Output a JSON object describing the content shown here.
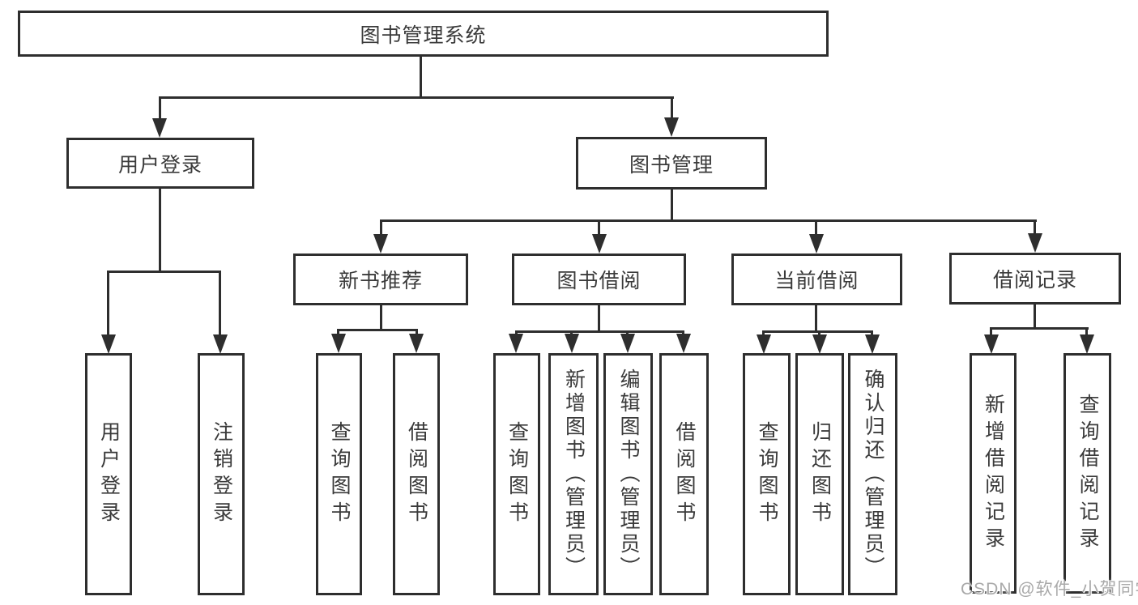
{
  "tree": {
    "label": "图书管理系统",
    "children": [
      {
        "label": "用户登录",
        "children": [
          {
            "label": "用户登录"
          },
          {
            "label": "注销登录"
          }
        ]
      },
      {
        "label": "图书管理",
        "children": [
          {
            "label": "新书推荐",
            "children": [
              {
                "label": "查询图书"
              },
              {
                "label": "借阅图书"
              }
            ]
          },
          {
            "label": "图书借阅",
            "children": [
              {
                "label": "查询图书"
              },
              {
                "label": "新增图书（管理员）"
              },
              {
                "label": "编辑图书（管理员）"
              },
              {
                "label": "借阅图书"
              }
            ]
          },
          {
            "label": "当前借阅",
            "children": [
              {
                "label": "查询图书"
              },
              {
                "label": "归还图书"
              },
              {
                "label": "确认归还（管理员）"
              }
            ]
          },
          {
            "label": "借阅记录",
            "children": [
              {
                "label": "新增借阅记录"
              },
              {
                "label": "查询借阅记录"
              }
            ]
          }
        ]
      }
    ]
  },
  "colors": {
    "line": "#2e2e2e",
    "text": "#3a3a3a",
    "watermark": "#a9a9a9",
    "background": "#ffffff"
  },
  "watermark": {
    "text": "CSDN @软件_小贺同学"
  }
}
